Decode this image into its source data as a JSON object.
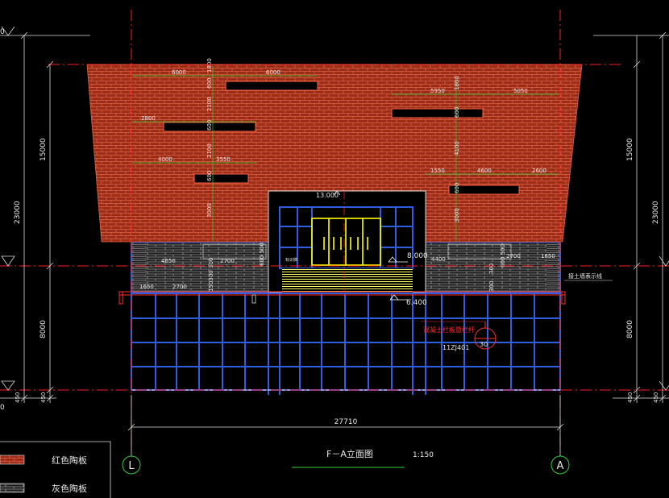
{
  "drawing": {
    "title": "F－A立面图",
    "scale": "1:150",
    "total_width": "27710",
    "axis_left": "L",
    "axis_right": "A"
  },
  "left_dims": {
    "upper": "15000",
    "lower": "8000",
    "total": "23000",
    "base": "450",
    "cut_label": "0"
  },
  "right_dims": {
    "upper": "15000",
    "lower": "8000",
    "total": "23000",
    "base": "450"
  },
  "levels": {
    "top": "13.000",
    "mid": "8.000",
    "low": "6.400"
  },
  "wall_dims": {
    "r1a": "6000",
    "r1b": "6000",
    "v1": "1800",
    "v2": "600",
    "v3": "2100",
    "v4": "600",
    "r2a": "5950",
    "r2b": "5050",
    "v5": "1800",
    "v6": "600",
    "r3": "2800",
    "v7": "2100",
    "v8": "4100",
    "r4a": "4000",
    "r4b": "3550",
    "r5a": "1550",
    "r5b": "4600",
    "r5c": "2600",
    "v9": "600",
    "v10": "3000",
    "v11": "3000",
    "v12": "600"
  },
  "band_dims": {
    "left_a": "4650",
    "left_b": "2700",
    "left_c": "1650",
    "left_d": "2700",
    "left_e": "600 500",
    "left_f": "300",
    "left_g": "150300",
    "right_a": "4400",
    "right_b": "2700",
    "right_c": "1650",
    "right_d": "600 500",
    "right_e": "300",
    "right_f": "300"
  },
  "notes": {
    "sign": "标识牌",
    "railing": "混凝土栏板暨栏杆",
    "railing_ref": "11ZJ401",
    "railing_num": "30",
    "soil": "接土墙表示线"
  },
  "legend": [
    {
      "label": "红色陶板"
    },
    {
      "label": "灰色陶板"
    }
  ],
  "colors": {
    "background": "#000000",
    "brick": "#a0301c",
    "mortar": "#e06040",
    "glass_frame": "#2f5fe0",
    "axis": "#ff2020",
    "dimension": "#e8e8e8",
    "dim_marker": "#33cc33",
    "door": "#ffff00",
    "steps": "#ffff66",
    "grey_tile": "#bdbdbd",
    "label_red": "#ff3030"
  }
}
